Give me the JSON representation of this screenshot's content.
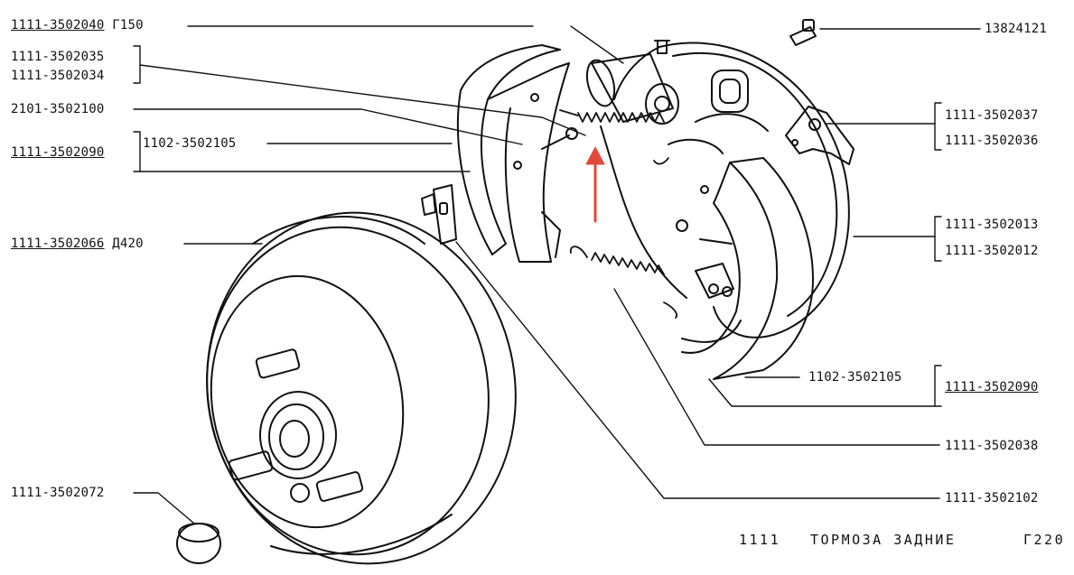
{
  "callouts": {
    "cylinder": {
      "part": "1111-3502040",
      "suffix": "Г150"
    },
    "spring_upper_a": "1111-3502035",
    "spring_upper_b": "1111-3502034",
    "lever_pin": "2101-3502100",
    "shoe_left": "1111-3502090",
    "shoe_left_pin": "1102-3502105",
    "drum": {
      "part": "1111-3502066",
      "suffix": "Д420"
    },
    "plug": "1111-3502072",
    "bleeder": "13824121",
    "bracket_a": "1111-3502037",
    "bracket_b": "1111-3502036",
    "shield_a": "1111-3502013",
    "shield_b": "1111-3502012",
    "shoe_right_pin": "1102-3502105",
    "shoe_right": "1111-3502090",
    "lower_spring": "1111-3502038",
    "plate": "1111-3502102"
  },
  "caption": {
    "model": "1111",
    "title": "ТОРМОЗА ЗАДНИЕ",
    "page": "Г220"
  },
  "colors": {
    "ink": "#111111",
    "highlight_arrow": "#e04a3a"
  }
}
